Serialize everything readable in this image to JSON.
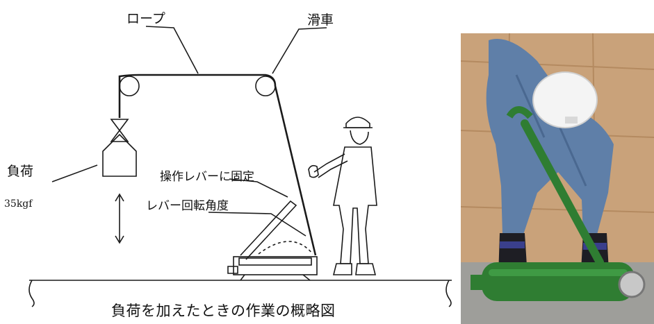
{
  "labels": {
    "rope": "ロープ",
    "pulley": "滑車",
    "load": "負荷",
    "load_weight": "35kgf",
    "lever_fixed": "操作レバーに固定",
    "lever_angle": "レバー回転角度"
  },
  "caption": "負荷を加えたときの作業の概略図",
  "colors": {
    "line": "#1a1a1a",
    "pump_green": "#2f7d32",
    "helmet": "#f4f4f4",
    "coveralls": "#5f7fa8",
    "plywood": "#c9a27a"
  }
}
